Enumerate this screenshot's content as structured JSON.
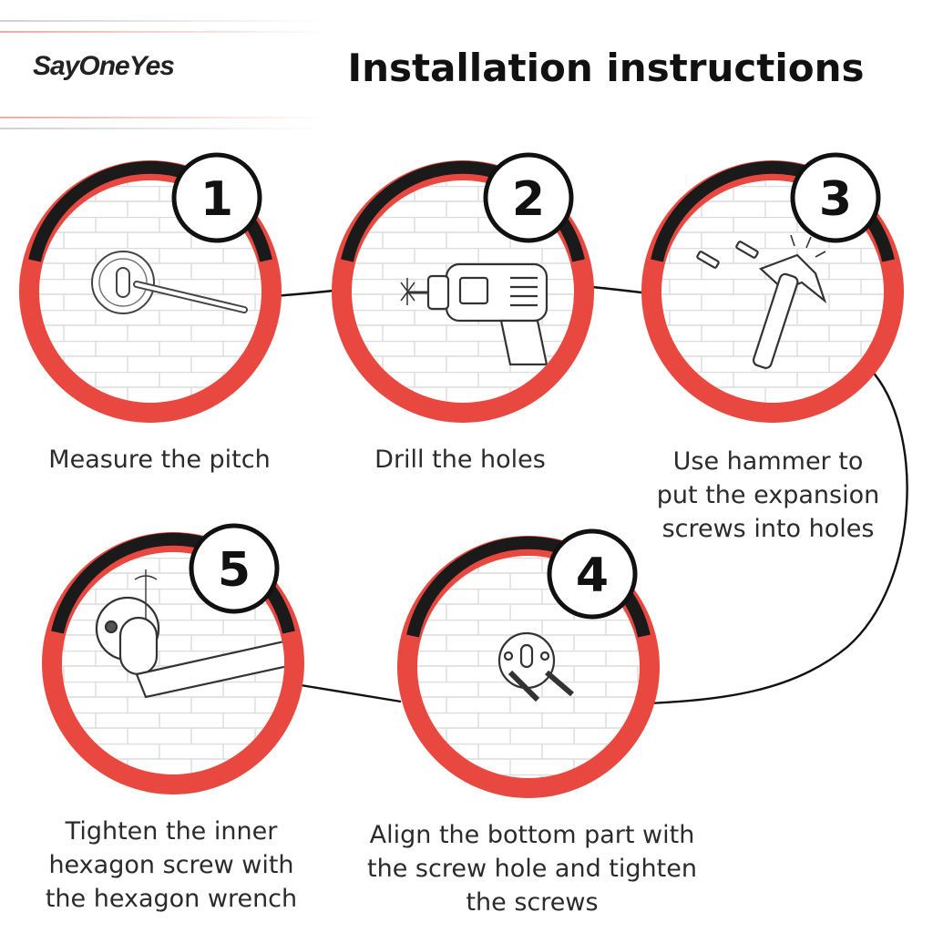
{
  "header": {
    "brand": "SayOneYes",
    "title": "Installation instructions"
  },
  "colors": {
    "ring_red": "#e8483f",
    "ring_dark": "#1a1a1a",
    "line": "#111111",
    "rule_gray": "#cfcfcf",
    "rule_red": "#f2b0ac"
  },
  "steps": [
    {
      "number": "1",
      "caption": "Measure the pitch",
      "icon": "measure-tape-icon"
    },
    {
      "number": "2",
      "caption": "Drill the holes",
      "icon": "drill-icon"
    },
    {
      "number": "3",
      "caption": "Use hammer to put the expansion screws into holes",
      "icon": "hammer-icon"
    },
    {
      "number": "4",
      "caption": "Align the bottom part with the screw hole and tighten the screws",
      "icon": "wall-bracket-icon"
    },
    {
      "number": "5",
      "caption": "Tighten the inner hexagon screw with the hexagon wrench",
      "icon": "towel-bar-icon"
    }
  ]
}
